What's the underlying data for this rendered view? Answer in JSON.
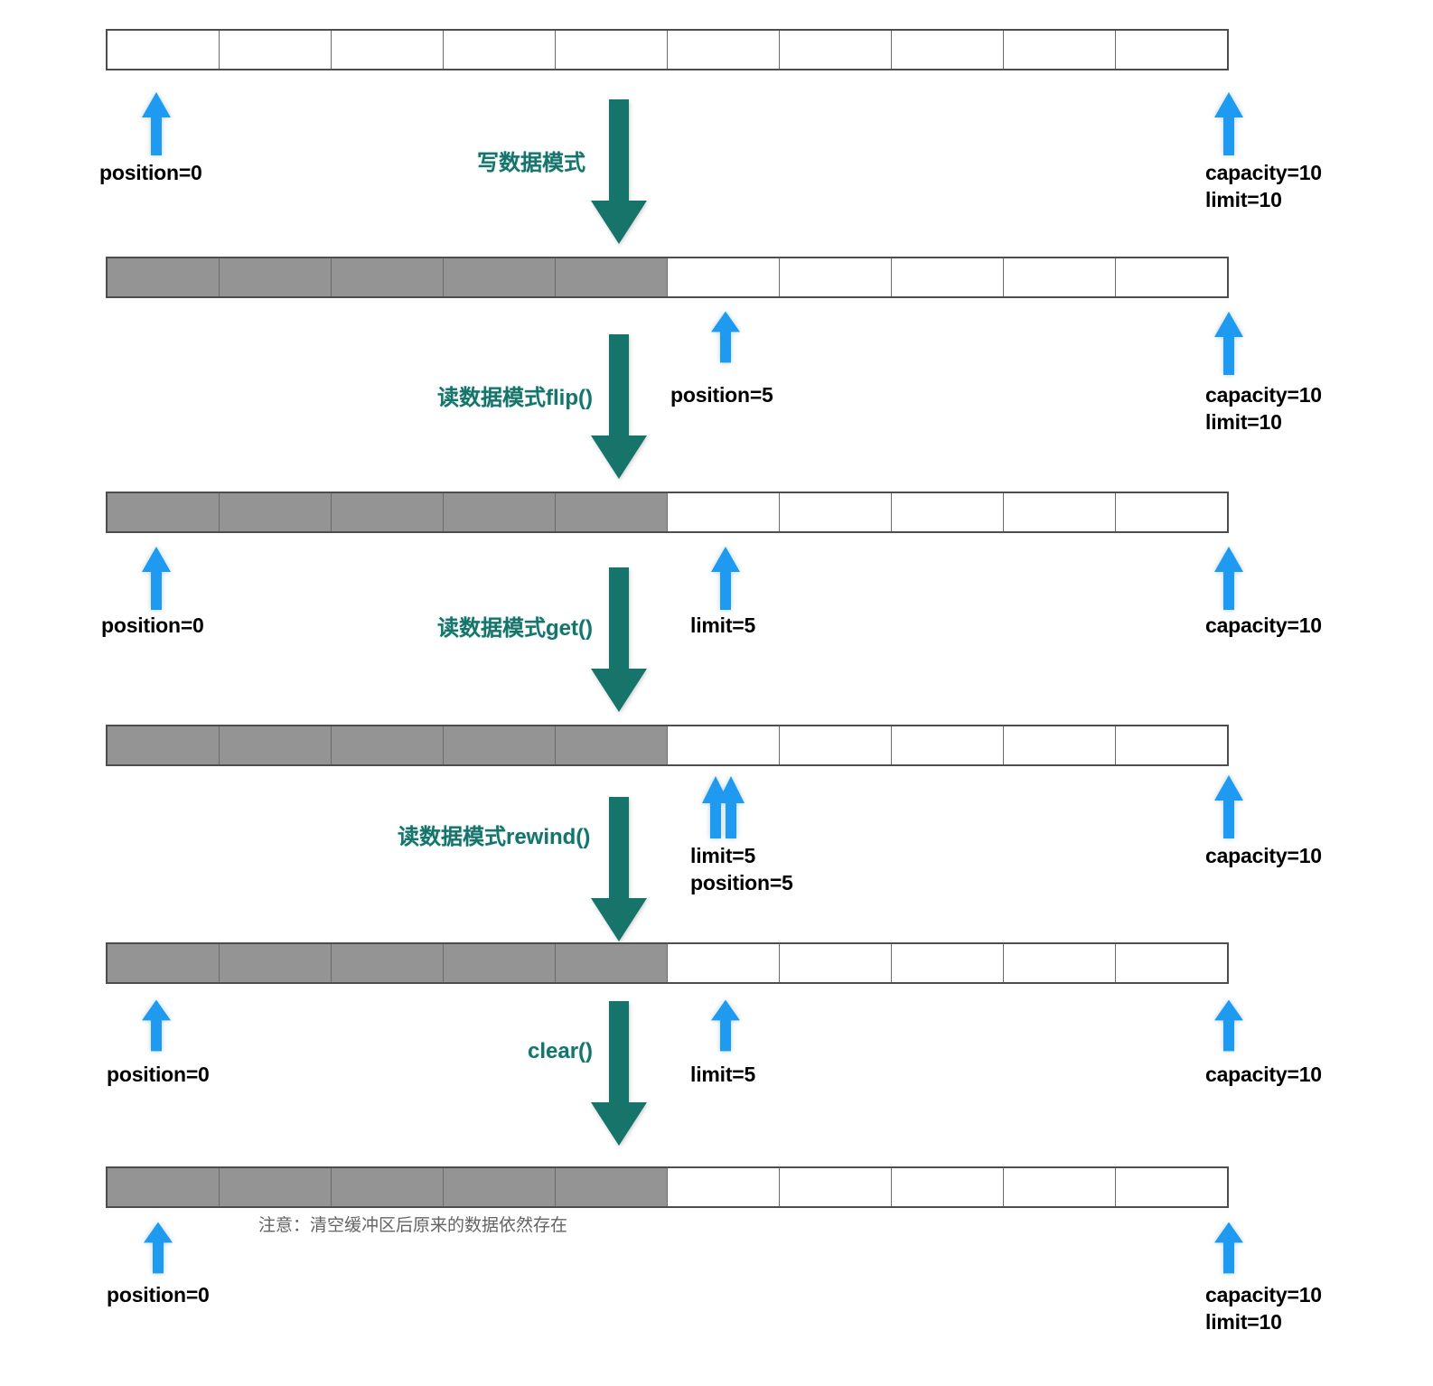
{
  "colors": {
    "pointer_arrow": "#1e9bf0",
    "transition_arrow": "#16746b",
    "filled_cell": "#949494",
    "empty_cell": "#ffffff",
    "cell_border": "#4d4d4d",
    "label_text": "#000000",
    "note_text": "#636363"
  },
  "buffer": {
    "capacity": 10,
    "cells_total": 10
  },
  "stages": [
    {
      "id": "initial",
      "filled": 0,
      "labels": [
        {
          "id": "position-left",
          "lines": [
            "position=0"
          ]
        },
        {
          "id": "capacity-limit-right",
          "lines": [
            "capacity=10",
            "limit=10"
          ]
        }
      ]
    },
    {
      "id": "after-write",
      "filled": 5,
      "labels": [
        {
          "id": "position-mid",
          "lines": [
            "position=5"
          ]
        },
        {
          "id": "capacity-limit-right",
          "lines": [
            "capacity=10",
            "limit=10"
          ]
        }
      ]
    },
    {
      "id": "after-flip",
      "filled": 5,
      "labels": [
        {
          "id": "position-left",
          "lines": [
            "position=0"
          ]
        },
        {
          "id": "limit-mid",
          "lines": [
            "limit=5"
          ]
        },
        {
          "id": "capacity-right",
          "lines": [
            "capacity=10"
          ]
        }
      ]
    },
    {
      "id": "after-get",
      "filled": 5,
      "labels": [
        {
          "id": "limit-position-mid",
          "lines": [
            "limit=5",
            "position=5"
          ]
        },
        {
          "id": "capacity-right",
          "lines": [
            "capacity=10"
          ]
        }
      ]
    },
    {
      "id": "after-rewind",
      "filled": 5,
      "labels": [
        {
          "id": "position-left",
          "lines": [
            "position=0"
          ]
        },
        {
          "id": "limit-mid",
          "lines": [
            "limit=5"
          ]
        },
        {
          "id": "capacity-right",
          "lines": [
            "capacity=10"
          ]
        }
      ]
    },
    {
      "id": "after-clear",
      "filled": 5,
      "labels": [
        {
          "id": "position-left",
          "lines": [
            "position=0"
          ]
        },
        {
          "id": "capacity-limit-right",
          "lines": [
            "capacity=10",
            "limit=10"
          ]
        }
      ]
    }
  ],
  "transitions": [
    {
      "id": "write-mode",
      "label": "写数据模式"
    },
    {
      "id": "read-flip",
      "label": "读数据模式flip()"
    },
    {
      "id": "read-get",
      "label": "读数据模式get()"
    },
    {
      "id": "read-rewind",
      "label": "读数据模式rewind()"
    },
    {
      "id": "clear",
      "label": "clear()"
    }
  ],
  "note": {
    "text": "注意：清空缓冲区后原来的数据依然存在"
  },
  "label_texts": {
    "position0_a": "position=0",
    "capacity10_limit10_a_l1": "capacity=10",
    "capacity10_limit10_a_l2": "limit=10",
    "position5_b": "position=5",
    "capacity10_limit10_b_l1": "capacity=10",
    "capacity10_limit10_b_l2": "limit=10",
    "position0_c": "position=0",
    "limit5_c": "limit=5",
    "capacity10_c": "capacity=10",
    "limit5_d": "limit=5",
    "position5_d": "position=5",
    "capacity10_d": "capacity=10",
    "position0_e": "position=0",
    "limit5_e": "limit=5",
    "capacity10_e": "capacity=10",
    "position0_f": "position=0",
    "capacity10_limit10_f_l1": "capacity=10",
    "capacity10_limit10_f_l2": "limit=10"
  }
}
